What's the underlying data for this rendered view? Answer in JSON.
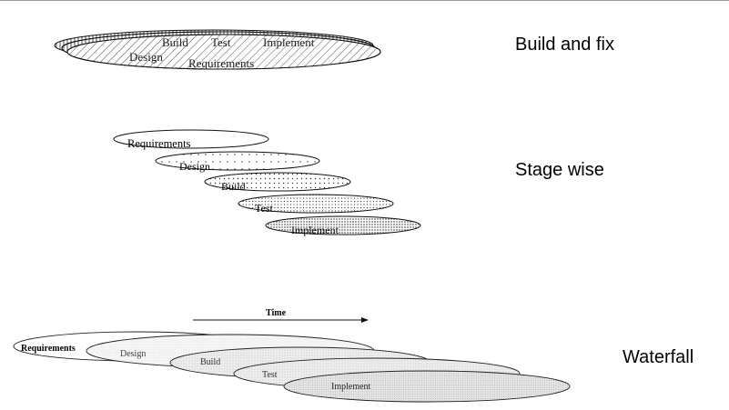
{
  "build_and_fix": {
    "heading": "Build and fix",
    "activities": {
      "build": "Build",
      "test": "Test",
      "implement": "Implement",
      "design": "Design",
      "requirements": "Requirements"
    }
  },
  "stage_wise": {
    "heading": "Stage wise",
    "stages": [
      "Requirements",
      "Design",
      "Build",
      "Test",
      "Implement"
    ]
  },
  "waterfall": {
    "heading": "Waterfall",
    "time_label": "Time",
    "stages": [
      "Requirements",
      "Design",
      "Build",
      "Test",
      "Implement"
    ]
  }
}
